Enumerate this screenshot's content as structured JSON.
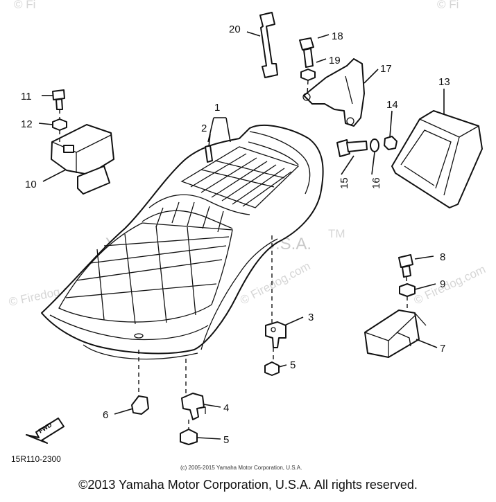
{
  "watermark": {
    "brand": "Yamaha Motor Corp, U.S.A.",
    "tm": "TM",
    "firedog_left": "© Firedog.com",
    "firedog_mid": "© Firedog.com",
    "firedog_right": "© Firedog.com",
    "firedog_top": "© Fi"
  },
  "fwd_label": "FWD",
  "diagram_code": "15R110-2300",
  "image_copyright": "(c) 2005-2015 Yamaha Motor Corporation, U.S.A.",
  "footer_copyright": "©2013 Yamaha Motor Corporation, U.S.A. All rights reserved.",
  "callouts": [
    {
      "number": "1",
      "part": "seat"
    },
    {
      "number": "2",
      "part": "seat-strap"
    },
    {
      "number": "3",
      "part": "seat-lock-bracket"
    },
    {
      "number": "4",
      "part": "seat-hook"
    },
    {
      "number": "5",
      "part": "nut"
    },
    {
      "number": "5",
      "part": "nut"
    },
    {
      "number": "6",
      "part": "damper"
    },
    {
      "number": "7",
      "part": "side-bracket"
    },
    {
      "number": "8",
      "part": "bolt"
    },
    {
      "number": "9",
      "part": "nut"
    },
    {
      "number": "10",
      "part": "lock-assembly"
    },
    {
      "number": "11",
      "part": "bolt"
    },
    {
      "number": "12",
      "part": "nut"
    },
    {
      "number": "13",
      "part": "tray"
    },
    {
      "number": "14",
      "part": "washer"
    },
    {
      "number": "15",
      "part": "bolt"
    },
    {
      "number": "16",
      "part": "washer"
    },
    {
      "number": "17",
      "part": "bracket"
    },
    {
      "number": "18",
      "part": "bolt"
    },
    {
      "number": "19",
      "part": "nut"
    },
    {
      "number": "20",
      "part": "strap"
    }
  ]
}
